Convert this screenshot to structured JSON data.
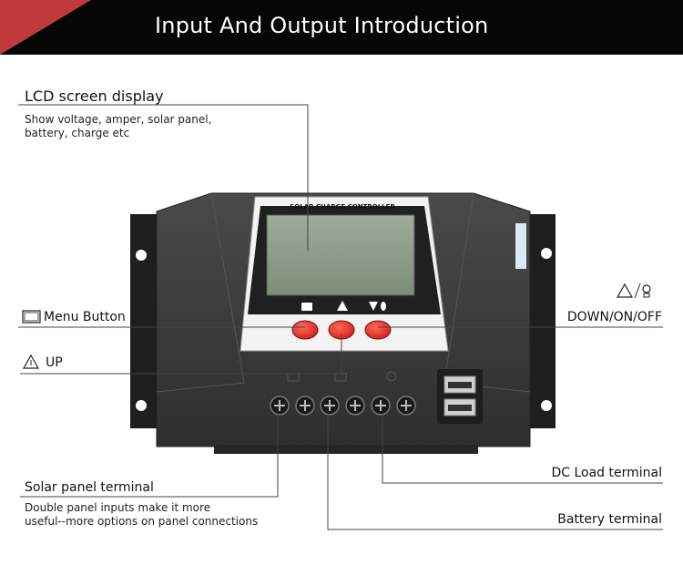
{
  "header": {
    "title": "Input And Output Introduction"
  },
  "device": {
    "lcd_caption": "SOLAR CHARGE CONTROLLER"
  },
  "callouts": {
    "lcd": {
      "title": "LCD screen display",
      "desc": [
        "Show voltage, amper, solar panel,",
        "battery, charge etc"
      ]
    },
    "menu": {
      "label": "Menu Button"
    },
    "up": {
      "label": "UP"
    },
    "down": {
      "label": "DOWN/ON/OFF"
    },
    "solar": {
      "title": "Solar panel terminal",
      "desc": [
        "Double panel inputs make it more",
        "useful--more options on panel connections"
      ]
    },
    "load": {
      "label": "DC Load terminal"
    },
    "battery": {
      "label": "Battery terminal"
    }
  },
  "colors": {
    "button_red": "#e42a2a",
    "body_dark": "#3b3b3b",
    "lcd_green": "#8a9a86",
    "banner_accent": "#c03a3a"
  }
}
